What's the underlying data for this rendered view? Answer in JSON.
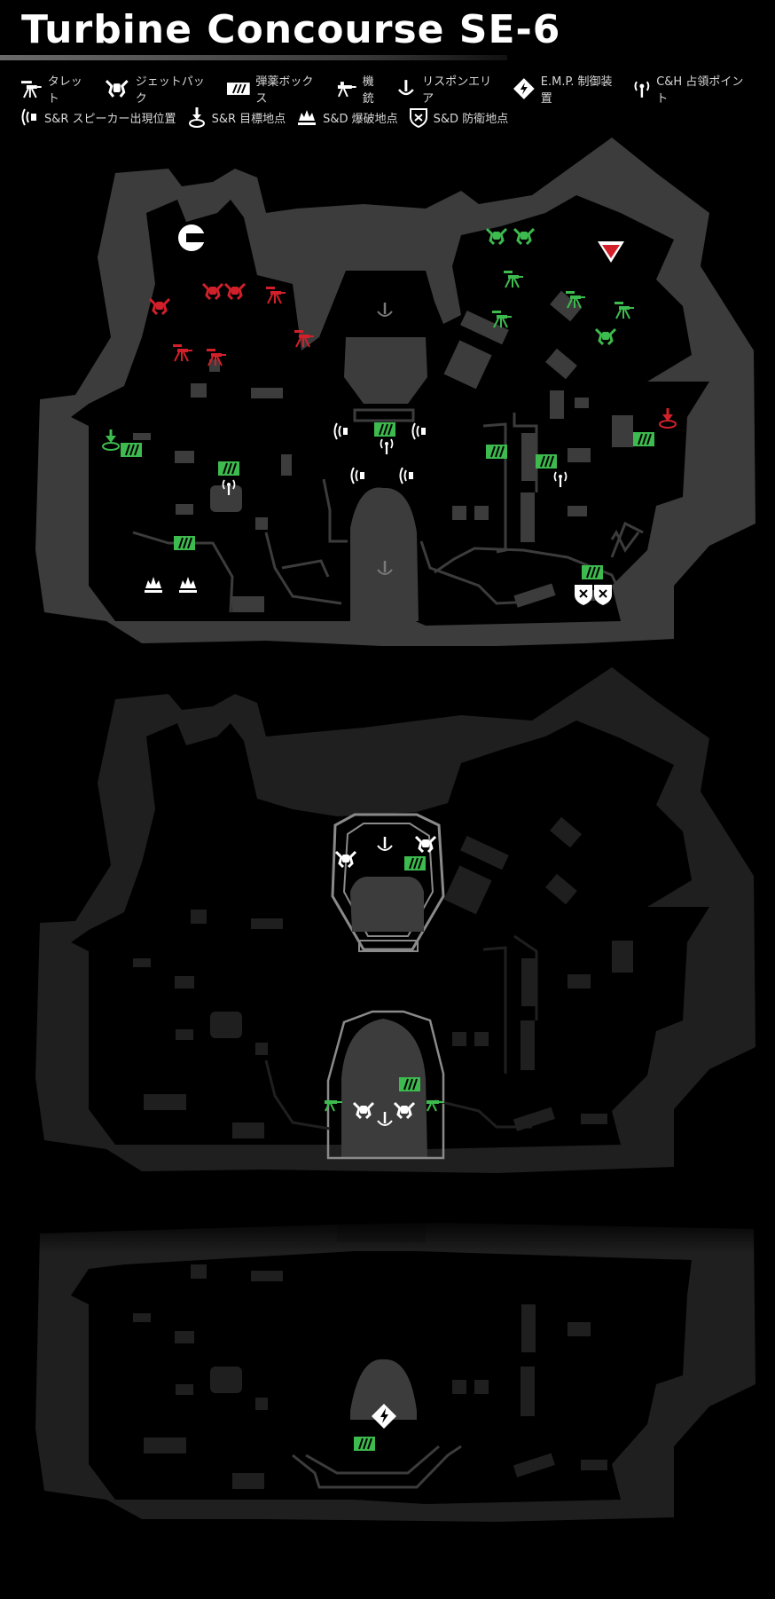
{
  "title": "Turbine Concourse SE-6",
  "legend": [
    {
      "icon": "turret-icon",
      "label": "タレット"
    },
    {
      "icon": "jetpack-icon",
      "label": "ジェットパック"
    },
    {
      "icon": "ammo-box-icon",
      "label": "弾薬ボックス"
    },
    {
      "icon": "machine-gun-icon",
      "label": "機銃"
    },
    {
      "icon": "respawn-area-icon",
      "label": "リスポンエリア"
    },
    {
      "icon": "emp-control-icon",
      "label": "E.M.P. 制御装置"
    },
    {
      "icon": "ch-capture-point-icon",
      "label": "C&H 占領ポイント"
    },
    {
      "icon": "sr-speaker-icon",
      "label": "S&R スピーカー出現位置"
    },
    {
      "icon": "sr-target-icon",
      "label": "S&R 目標地点"
    },
    {
      "icon": "sd-bomb-site-icon",
      "label": "S&D 爆破地点"
    },
    {
      "icon": "sd-defense-site-icon",
      "label": "S&D 防衛地点"
    }
  ],
  "colors": {
    "background": "#000000",
    "floor": "#3c3c3c",
    "floor_dim": "#1f1f1f",
    "team_red": "#d2202a",
    "team_green": "#3dbb4e",
    "neutral": "#ffffff"
  },
  "levels": [
    "upper-level-map",
    "middle-level-map",
    "lower-level-map"
  ]
}
